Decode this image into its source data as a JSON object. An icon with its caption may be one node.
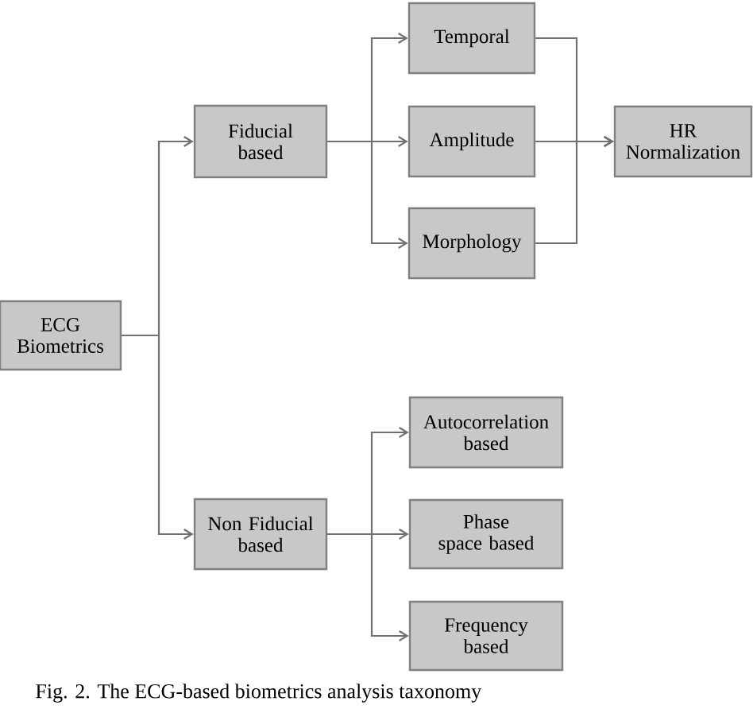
{
  "diagram": {
    "caption": "Fig. 2. The ECG-based biometrics analysis taxonomy",
    "nodes": [
      {
        "text": [
          "ECG Biometrics"
        ]
      },
      {
        "text": [
          "Fiducial based"
        ]
      },
      {
        "text": [
          "Temporal"
        ]
      },
      {
        "text": [
          "Amplitude"
        ]
      },
      {
        "text": [
          "Morphology"
        ]
      },
      {
        "text": [
          "HR Normalization"
        ]
      },
      {
        "text": [
          "Non Fiducial based"
        ]
      },
      {
        "text": [
          "Autocorrelation based"
        ]
      },
      {
        "text": [
          "Phase space based"
        ]
      },
      {
        "text": [
          "Frequency based"
        ]
      }
    ],
    "edges": [
      {
        "from": 0,
        "to": 1,
        "arrow": "to"
      },
      {
        "from": 0,
        "to": 6,
        "arrow": "to"
      },
      {
        "from": 1,
        "to": 2,
        "arrow": "to"
      },
      {
        "from": 1,
        "to": 3,
        "arrow": "to"
      },
      {
        "from": 1,
        "to": 4,
        "arrow": "to"
      },
      {
        "from": 2,
        "to": 5,
        "arrow": "to"
      },
      {
        "from": 3,
        "to": 5,
        "arrow": "to"
      },
      {
        "from": 4,
        "to": 5,
        "arrow": "to"
      },
      {
        "from": 6,
        "to": 7,
        "arrow": "to"
      },
      {
        "from": 6,
        "to": 8,
        "arrow": "to"
      },
      {
        "from": 6,
        "to": 9,
        "arrow": "to"
      }
    ]
  }
}
